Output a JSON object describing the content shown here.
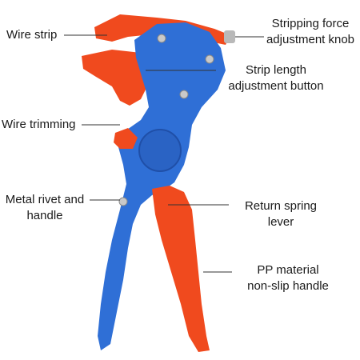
{
  "colors": {
    "body_blue": "#2f6fd6",
    "body_blue_dark": "#1f4fa8",
    "handle_orange": "#f04a1e",
    "handle_orange_dark": "#c8350f",
    "leader_line": "#333333"
  },
  "labels": {
    "wire_strip": "Wire strip",
    "stripping_force_line1": "Stripping force",
    "stripping_force_line2": "adjustment knob",
    "strip_length_line1": "Strip length",
    "strip_length_line2": "adjustment button",
    "wire_trimming": "Wire trimming",
    "metal_rivet_line1": "Metal rivet and",
    "metal_rivet_line2": "handle",
    "return_spring_line1": "Return spring",
    "return_spring_line2": "lever",
    "pp_material_line1": "PP material",
    "pp_material_line2": "non-slip handle"
  },
  "icons": {
    "tool": "wire-stripper-tool-icon"
  }
}
